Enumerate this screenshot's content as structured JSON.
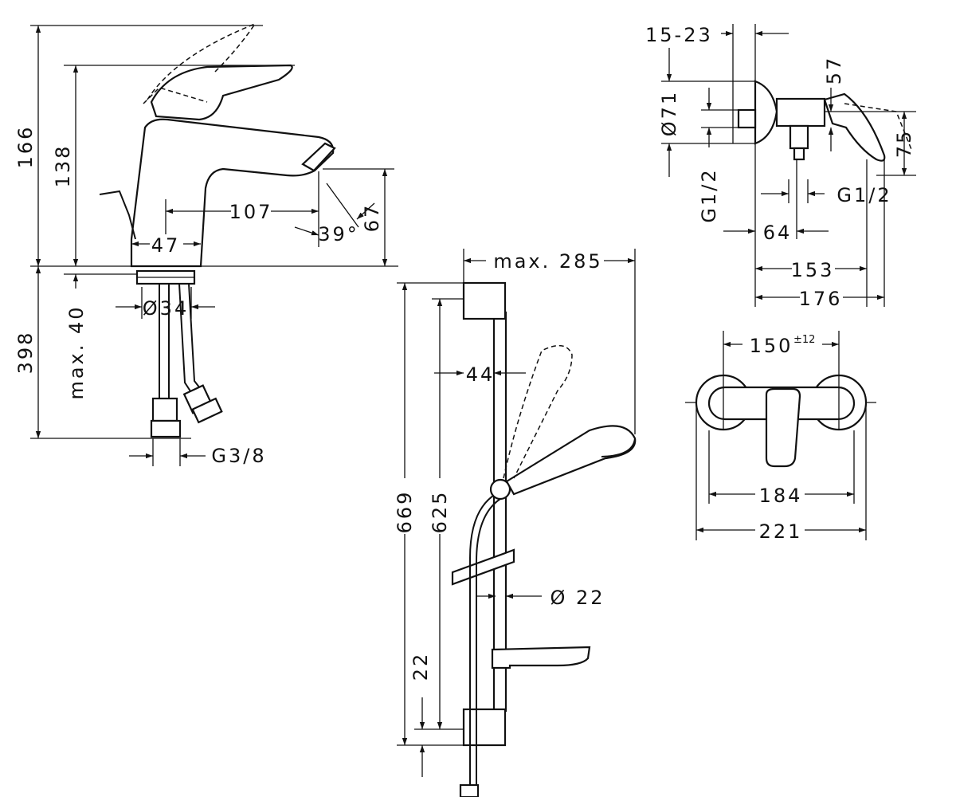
{
  "basin_mixer": {
    "height_total": "166",
    "height_spout": "138",
    "spout_reach": "107",
    "angle": "39°",
    "spout_clearance": "67",
    "body_width": "47",
    "below_deck_total": "398",
    "below_deck_max": "max. 40",
    "hole_diameter": "Ø34",
    "connection": "G3/8"
  },
  "shower_set": {
    "max_width": "max. 285",
    "total_height": "669",
    "rail_length": "625",
    "wall_offset": "44",
    "rail_diameter": "Ø 22",
    "bottom_offset": "22"
  },
  "shower_mixer_side": {
    "wall_range": "15-23",
    "rosette_diameter": "Ø71",
    "projection_57": "57",
    "height_75": "75",
    "inlet_left": "G1/2",
    "inlet_right": "G1/2",
    "width_64": "64",
    "depth_153": "153",
    "depth_176": "176"
  },
  "shower_mixer_front": {
    "centres": "150",
    "centres_tolerance": "±12",
    "width_184": "184",
    "width_221": "221"
  }
}
